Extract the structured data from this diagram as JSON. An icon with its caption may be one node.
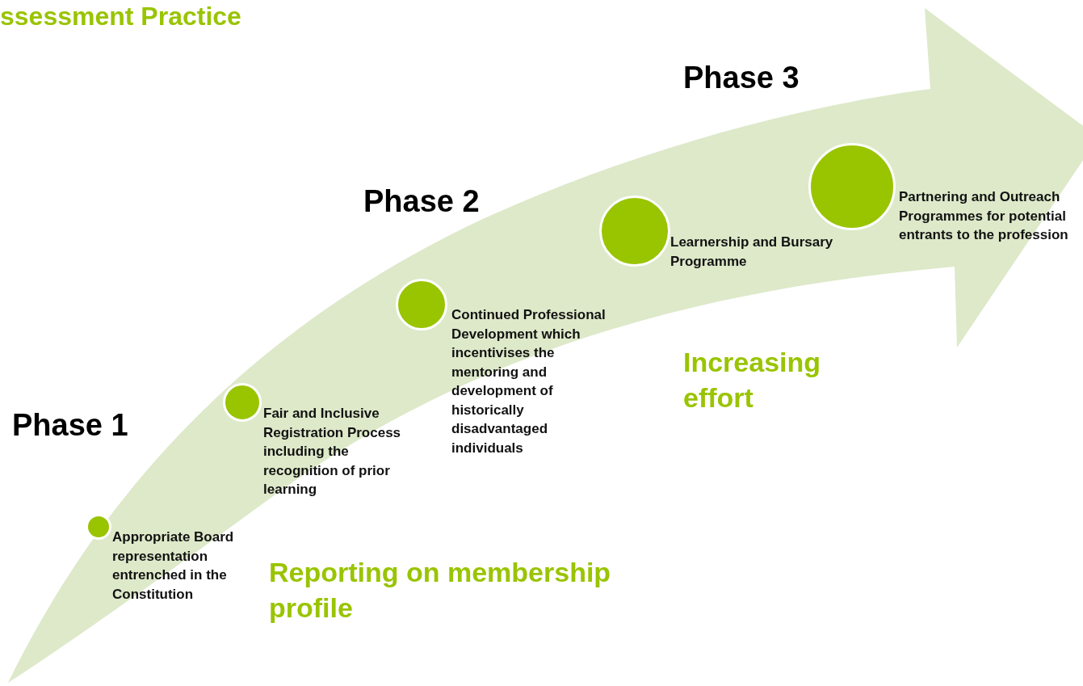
{
  "diagram": {
    "title": "ssessment Practice",
    "nodes": [
      {
        "text": [],
        "shape": "circle",
        "beside": [
          "Appropriate Board representation entrenched in the Constitution"
        ]
      },
      {
        "text": [],
        "shape": "circle",
        "beside": [
          "Fair and Inclusive Registration Process including the recognition of prior learning"
        ]
      },
      {
        "text": [],
        "shape": "circle",
        "beside": [
          "Continued Professional Development which incentivises the mentoring and development of historically disadvantaged individuals"
        ]
      },
      {
        "text": [],
        "shape": "circle",
        "beside": [
          "Learnership and Bursary Programme"
        ]
      },
      {
        "text": [],
        "shape": "circle",
        "beside": [
          "Partnering and Outreach Programmes for potential entrants to the profession"
        ]
      }
    ],
    "edges": [],
    "labels": [
      "Phase 3",
      "Phase 2",
      "Increasing effort",
      "Phase 1",
      "Reporting on membership profile"
    ]
  }
}
